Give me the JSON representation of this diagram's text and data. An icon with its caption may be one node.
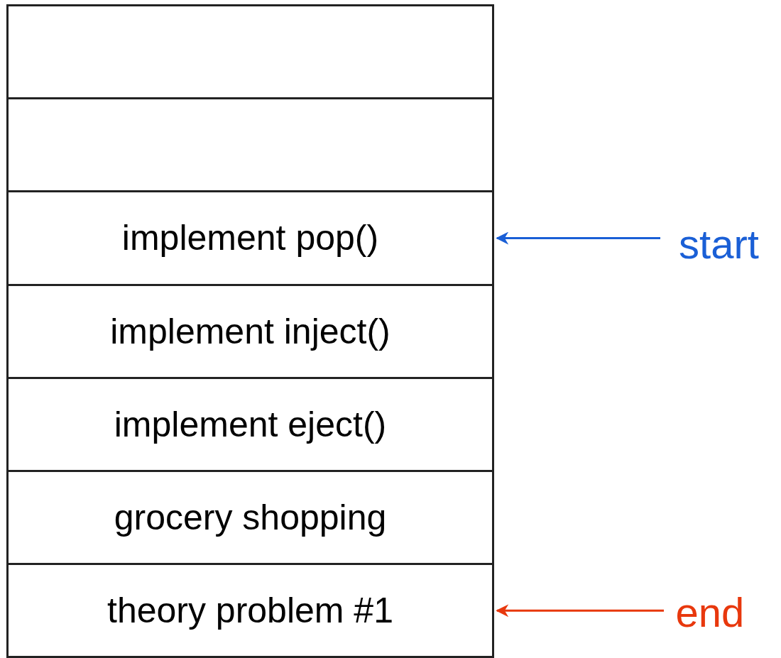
{
  "diagram": {
    "nodes": [
      {
        "text": [],
        "shape": "box"
      },
      {
        "text": [],
        "shape": "box"
      },
      {
        "text": [
          "implement pop()"
        ]
      },
      {
        "text": [
          "implement inject()"
        ]
      },
      {
        "text": [
          "implement eject()"
        ]
      },
      {
        "text": [
          "grocery shopping"
        ]
      },
      {
        "text": [
          "theory problem #1"
        ]
      },
      {
        "text": [
          "start"
        ]
      },
      {
        "text": [
          "end"
        ]
      }
    ],
    "edges": [
      {
        "from": 7,
        "to": 2,
        "arrow": "to",
        "color": "#1a5fd6"
      },
      {
        "from": 8,
        "to": 6,
        "arrow": "to",
        "color": "#e8380d"
      }
    ]
  }
}
